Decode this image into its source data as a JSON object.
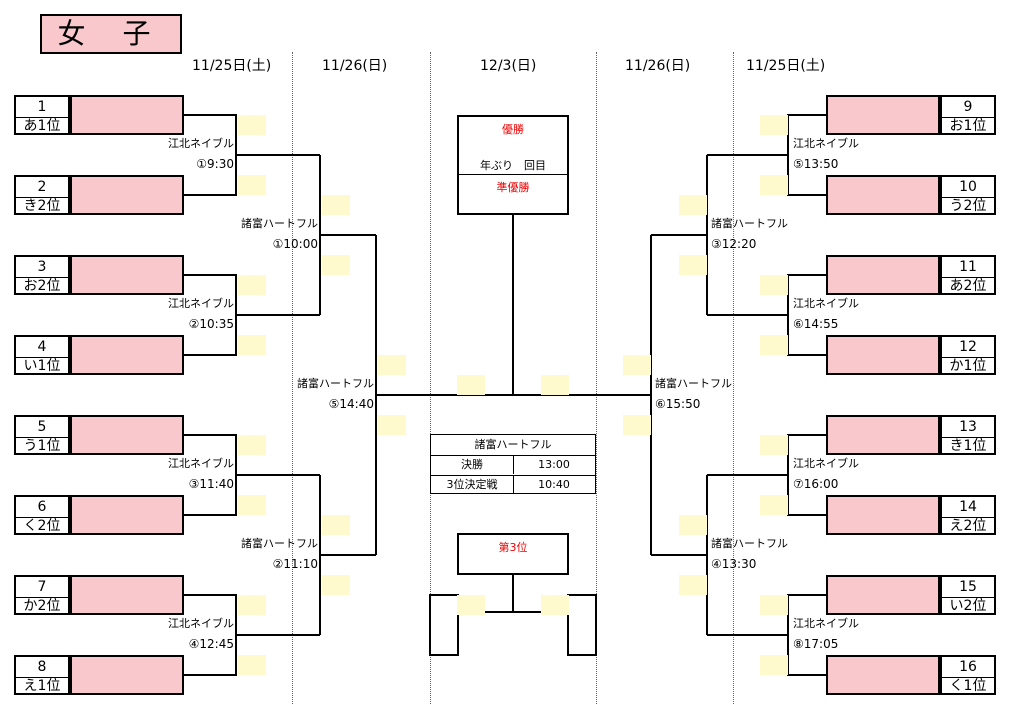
{
  "title": "女 子",
  "dates": {
    "left_r1": "11/25日(土)",
    "left_r2": "11/26(日)",
    "final": "12/3(日)",
    "right_r2": "11/26(日)",
    "right_r1": "11/25日(土)"
  },
  "teams_left": [
    {
      "seed": "1",
      "rank": "あ1位"
    },
    {
      "seed": "2",
      "rank": "き2位"
    },
    {
      "seed": "3",
      "rank": "お2位"
    },
    {
      "seed": "4",
      "rank": "い1位"
    },
    {
      "seed": "5",
      "rank": "う1位"
    },
    {
      "seed": "6",
      "rank": "く2位"
    },
    {
      "seed": "7",
      "rank": "か2位"
    },
    {
      "seed": "8",
      "rank": "え1位"
    }
  ],
  "teams_right": [
    {
      "seed": "9",
      "rank": "お1位"
    },
    {
      "seed": "10",
      "rank": "う2位"
    },
    {
      "seed": "11",
      "rank": "あ2位"
    },
    {
      "seed": "12",
      "rank": "か1位"
    },
    {
      "seed": "13",
      "rank": "き1位"
    },
    {
      "seed": "14",
      "rank": "え2位"
    },
    {
      "seed": "15",
      "rank": "い2位"
    },
    {
      "seed": "16",
      "rank": "く1位"
    }
  ],
  "matches_left_r1": [
    {
      "venue": "江北ネイブル",
      "time": "①9:30"
    },
    {
      "venue": "江北ネイブル",
      "time": "②10:35"
    },
    {
      "venue": "江北ネイブル",
      "time": "③11:40"
    },
    {
      "venue": "江北ネイブル",
      "time": "④12:45"
    }
  ],
  "matches_left_r2": [
    {
      "venue": "諸富ハートフル",
      "time": "①10:00"
    },
    {
      "venue": "諸富ハートフル",
      "time": "②11:10"
    }
  ],
  "match_left_r3": {
    "venue": "諸富ハートフル",
    "time": "⑤14:40"
  },
  "matches_right_r1": [
    {
      "venue": "江北ネイブル",
      "time": "⑤13:50"
    },
    {
      "venue": "江北ネイブル",
      "time": "⑥14:55"
    },
    {
      "venue": "江北ネイブル",
      "time": "⑦16:00"
    },
    {
      "venue": "江北ネイブル",
      "time": "⑧17:05"
    }
  ],
  "matches_right_r2": [
    {
      "venue": "諸富ハートフル",
      "time": "③12:20"
    },
    {
      "venue": "諸富ハートフル",
      "time": "④13:30"
    }
  ],
  "match_right_r3": {
    "venue": "諸富ハートフル",
    "time": "⑥15:50"
  },
  "champion": {
    "label": "優勝",
    "years": "年ぶり　回目",
    "runner_up": "準優勝"
  },
  "schedule": {
    "venue": "諸富ハートフル",
    "rows": [
      {
        "name": "決勝",
        "time": "13:00"
      },
      {
        "name": "3位決定戦",
        "time": "10:40"
      }
    ]
  },
  "third_place": "第3位",
  "colors": {
    "team_fill": "#f9c8cc",
    "score_box": "#fffacd",
    "highlight_text": "#e00000"
  }
}
